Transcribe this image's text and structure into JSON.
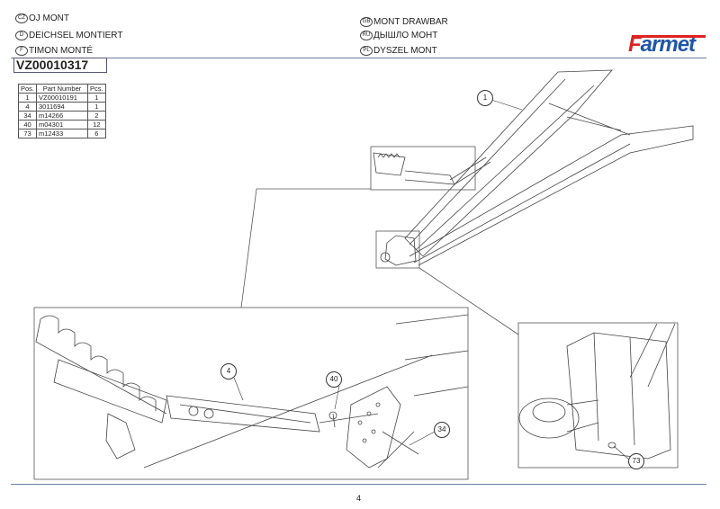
{
  "header": {
    "titles": [
      {
        "code": "CZ",
        "text": "OJ MONT"
      },
      {
        "code": "D",
        "text": "DEICHSEL MONTIERT"
      },
      {
        "code": "F",
        "text": "TIMON MONTÉ"
      },
      {
        "code": "GB",
        "text": "MONT DRAWBAR"
      },
      {
        "code": "RU",
        "text": "ДЫШЛО МОНТ"
      },
      {
        "code": "PL",
        "text": "DYSZEL MONT"
      }
    ],
    "assembly_number": "VZ00010317",
    "logo": {
      "text": "Farmet",
      "first": "F",
      "rest": "armet",
      "colors": {
        "red": "#dd2222",
        "blue": "#1f56a6"
      }
    }
  },
  "parts_table": {
    "columns": [
      "Pos.",
      "Part Number",
      "Pcs."
    ],
    "rows": [
      [
        "1",
        "VZ00010191",
        "1"
      ],
      [
        "4",
        "3011694",
        "1"
      ],
      [
        "34",
        "m14266",
        "2"
      ],
      [
        "40",
        "m04301",
        "12"
      ],
      [
        "73",
        "m12433",
        "6"
      ]
    ]
  },
  "callouts": [
    "1",
    "4",
    "40",
    "34",
    "73"
  ],
  "footer": {
    "page": "4"
  }
}
